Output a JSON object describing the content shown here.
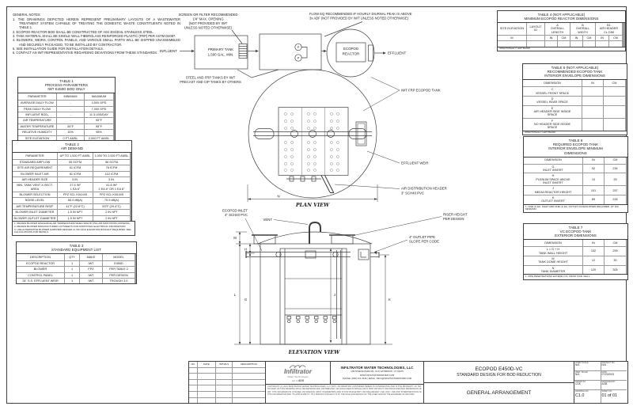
{
  "notes": {
    "title": "GENERAL NOTES",
    "items": [
      "1.  THE DRAWINGS DEPICTED HEREIN REPRESENT PRELIMINARY LAYOUTS OF A WASTEWATER TREATMENT SYSTEM CAPABLE OF TREATING THE DOMESTIC WASTE CONSTITUENTS NOTED IN TABLE 1.",
      "2.  ECOPOD REACTOR BOD SHALL BE CONSTRUCTED OF AISI 304/304L STAINLESS STEEL.",
      "3.  TANK MATERIAL SHALL BE SINGLE WALL FIBERGLASS REINFORCED PLASTIC (FRP) PER ASTM D4097.",
      "4.  BLOWERS, WEIRS, CONTROL PANELS, AND VARIOUS SMALL PARTS WILL BE SHIPPED UNASSEMBLED AND SECURELY PACKAGED, TO BE INSTALLED BY CONTRACTOR.",
      "5.  SEE INSTALLATION GUIDE FOR INSTALLATION DETAILS.",
      "6.  CONTACT AN IWT REPRESENTATIVE REGARDING DEVIATIONS FROM THESE STANDARDS."
    ]
  },
  "table1": {
    "title": "TABLE 1\nPROCESS PARAMETERS\nIWT E450D BOD ONLY",
    "headers": [
      "PARAMETER",
      "MINIMUM",
      "MAXIMUM"
    ],
    "rows": [
      [
        "AVERAGE DAILY FLOW",
        "-",
        "4,500 GPD"
      ],
      [
        "PEAK DAILY FLOW",
        "-",
        "7,000 GPD"
      ],
      [
        "INFLUENT BOD₅",
        "-",
        "11.3 LBS/DAY"
      ],
      [
        "AIR TEMPERATURE",
        "-",
        "95°F"
      ],
      [
        "WATER TEMPERATURE",
        "34°F",
        "95°F"
      ],
      [
        "RELATIVE HUMIDITY",
        "10%",
        "95%"
      ],
      [
        "SITE ELEVATION",
        "0 FT AMSL",
        "2,000 FT AMSL"
      ]
    ]
  },
  "table2": {
    "title": "TABLE 2\nAIR DEMAND",
    "headers": [
      "PARAMETER",
      "UP TO 1,000 FT AMSL",
      "1,000 TO 2,000 FT AMSL"
    ],
    "rows": [
      [
        "STANDARD AIRFLOW",
        "55 SCFM",
        "56 SCFM"
      ],
      [
        "SITE AIR REQUIREMENT",
        "61 ICFM",
        "76 ICFM"
      ],
      [
        "BLOWER INLET AIR",
        "81 ICFM",
        "110 ICFM"
      ],
      [
        "AIR HEADER SIZE",
        "3 IN.",
        "3 IN."
      ],
      [
        "MIN. TANK VENT X-SECT. AREA",
        "27.5 IN²\n1 EA 6\"",
        "41.6 IN²\n2 EA 6\" OR 1 EA 8\""
      ],
      [
        "BLOWER SELECTION",
        "FPZ SCL K04-MS",
        "FPZ SCL K05-MS"
      ],
      [
        "NOISE LEVEL",
        "65.9 dB(A)",
        "70.9 dB(A)"
      ],
      [
        "AIR TEMPERATURE RISE¹",
        "41°F (22.8°C)",
        "53°F (29.4°C)"
      ],
      [
        "BLOWER INLET DIAMETER",
        "1.5 IN NPT",
        "2 IN NPT"
      ],
      [
        "BLOWER OUTLET DIAMETER",
        "1.5 IN NPT",
        "2 IN NPT"
      ],
      [
        "MOTOR POWER RATING²",
        "2 HP",
        "2 HP"
      ],
      [
        "OPERATING POWER",
        "1.1 KW",
        "1.7 KW"
      ]
    ],
    "footnotes": [
      "1.  REVIEW BLOWER DISCHARGE AIR TEMPERATURE WHEN SPECIFYING AIR MAIN PIPING MATERIAL.",
      "2.  REVIEW BLOWER MANUFACTURER CUTSHEETS FOR ADDITIONAL ELECTRICAL INFORMATION.",
      "3.  USE ALTERNATIVE BLOWER GARDNER DENVER 2L OR HIGH ELEVATION RANGE IF REQUIRED. SEE CALCULATIONS FOR DETAILS."
    ]
  },
  "table3": {
    "title": "TABLE 3\nSTANDARD EQUIPMENT LIST",
    "headers": [
      "DESCRIPTION",
      "QTY",
      "MAKE",
      "MODEL"
    ],
    "rows": [
      [
        "ECOPOD REACTOR",
        "1",
        "IWT",
        "E450D"
      ],
      [
        "BLOWER",
        "1",
        "FPZ",
        "PER TABLE 2"
      ],
      [
        "CONTROL PANEL",
        "1",
        "IWT",
        "PER DESIGN"
      ],
      [
        "24\" S.S. EFFLUENT WEIR",
        "1",
        "IWT",
        "TROUGH 3.0"
      ]
    ]
  },
  "table4": {
    "title": "TABLE 4 (NOT APPLICABLE)\nMINIMUM ECOPOD REACTOR DIMENSIONS",
    "col_site": "SITE ELEVATION",
    "col_layout": "LAYOUT\nID",
    "col_a": "A\nOVERALL\nLENGTH",
    "col_b": "B\nOVERALL\nWIDTH",
    "col_b1": "B1\nAIR HEADER\nCL DIM",
    "unit_site": "M",
    "unit_layout": "",
    "unit_in": "IN",
    "unit_cm": "CM",
    "rows": [
      [
        "",
        "",
        "",
        "",
        "",
        "",
        "",
        ""
      ]
    ],
    "blank_note": "INTENTIONALLY LEFT BLANK"
  },
  "table5": {
    "title": "TABLE 5 (NOT APPLICABLE)\nRECOMMENDED ECOPOD TANK\nINTERIOR ENVELOPE DIMENSIONS",
    "headers": [
      "DIMENSION",
      "IN",
      "CM"
    ],
    "rows": [
      [
        "C\nVESSEL FRONT SPACE",
        "",
        ""
      ],
      [
        "D\nVESSEL REAR SPACE",
        "",
        ""
      ],
      [
        "E\nAIR HEADER SIDE INSIDE\nSPACE",
        "",
        ""
      ],
      [
        "F\nNO HEADER SIDE INSIDE\nSPACE",
        "",
        ""
      ]
    ],
    "blank_note": "INTENTIONALLY LEFT BLANK"
  },
  "table6": {
    "title": "TABLE 6\nREQUIRED ECOPOD TANK\nINTERIOR ENVELOPE MINIMUM\nDIMENSIONS",
    "headers": [
      "DIMENSION",
      "IN",
      "CM"
    ],
    "rows": [
      [
        "G\nINLET INVERT",
        "92",
        "234"
      ],
      [
        "H\nPLENUM SPACE ABOVE\nINLET INVERT",
        "10",
        "25"
      ],
      [
        "J\nMEDIA REACTOR HEIGHT",
        "101",
        "257"
      ],
      [
        "K\nOUTLET INVERT",
        "89",
        "226"
      ]
    ],
    "footnote": "1.  ONE (1) EA. INLET AND ONE (1) EA. OUTLET ACCESS RISER REQUIRED, 24\" DIA MINIMUM"
  },
  "table7": {
    "title": "TABLE 7\nVC ECOPOD TANK\nEXTERIOR DIMENSIONS",
    "headers": [
      "DIMENSION",
      "IN",
      "CM"
    ],
    "rows": [
      [
        "L = G + H\nTANK WALL HEIGHT",
        "102",
        "259"
      ],
      [
        "M\nTANK DOME HEIGHT",
        "12",
        "30"
      ],
      [
        "N\nTANK DIAMETER",
        "120",
        "305"
      ]
    ],
    "footnote": "1.  PIPE PENETRATIONS EXTEND 2 IN. FROM TANK WALL"
  },
  "schematic": {
    "screen_note": [
      "SCREEN OR FILTER RECOMMENDED",
      "1/4\" MAX. OPENING",
      "(NOT PROVIDED BY IWT",
      "UNLESS NOTED OTHERWISE)"
    ],
    "floweq_note": [
      "FLOW EQ RECOMMENDED IF HOURLY DIURNAL PEAK IS ABOVE",
      "3x ADF (NOT PROVIDED BY IWT UNLESS NOTED OTHERWISE)"
    ],
    "influent": "INFLUENT",
    "primary_tank": [
      "PRIMARY TANK",
      "1,500 GAL. MIN."
    ],
    "pump": "P",
    "reactor": [
      "ECOPOD",
      "REACTOR"
    ],
    "effluent": "EFFLUENT",
    "tanks_note": [
      "STEEL AND FRP TANKS BY IWT",
      "PRECAST AND CIP TANKS BY OTHERS"
    ]
  },
  "plan": {
    "tank_label": "IWT FRP ECOPOD TANK",
    "weir_label": "EFFLUENT WEIR",
    "air_header": [
      "AIR DISTRIBUTION HEADER",
      "3\" SCH40 PVC"
    ],
    "dim_n": "N",
    "caption": "PLAN VIEW"
  },
  "elevation": {
    "inlet": [
      "ECOPOD INLET",
      "4\" SCH40 PVC"
    ],
    "vent": "VENT",
    "riser": [
      "RISER HEIGHT",
      "PER DESIGN"
    ],
    "outlet": [
      "4\" OUTLET PIPE",
      "SLOPE PER CODE"
    ],
    "dims": {
      "m": "M",
      "h": "H",
      "l": "L",
      "g": "G",
      "j": "J",
      "k": "K"
    },
    "caption": "ELEVATION VIEW"
  },
  "titleblock": {
    "rev_headers": [
      "NO.",
      "DATE",
      "INITIALS",
      "DESCRIPTION"
    ],
    "rev_rows": [
      [
        "",
        "",
        "",
        ""
      ],
      [
        "",
        "",
        "",
        ""
      ],
      [
        "",
        "",
        "",
        ""
      ],
      [
        "",
        "",
        "",
        ""
      ],
      [
        "",
        "",
        "",
        ""
      ],
      [
        "",
        "",
        "",
        ""
      ],
      [
        "",
        "",
        "",
        ""
      ]
    ],
    "logo": {
      "name": "Infiltrator",
      "sub": "Water Technologies",
      "part": "part of",
      "ads": "ADS"
    },
    "company": [
      "INFILTRATOR WATER TECHNOLOGIES, LLC",
      "4 BUSINESS PARK RD, OLD SAYBROOK, CT 06475",
      "WWW.INFILTRATORWATER.COM",
      "PHONE: (800) 221-4436 | EMAIL: INFO@INFILTRATORWATER.COM"
    ],
    "copyright": "COPYRIGHT (C) 2021 INFILTRATOR WATER TECHNOLOGIES, LLC (IWT). INFORMATION CONTAINED HEREIN IS CONFIDENTIAL AND IS THE PROPERTY OF IWT. NO PART OF THIS DRAWING SHALL BE REPRODUCED, DISTRIBUTED, OR DISCLOSED IN WHOLE OR IN PART WITHOUT THE PRIOR WRITTEN PERMISSION OF IWT. THIS INFORMATION IS BASED ON SPECIFIC INPUT PARAMETERS AND IS FOR BUDGETARY OR PRELIMINARY USE ONLY. USE AND INTERPRETATION OF THIS INFORMATION AND ITS APPLICABILITY TO A SPECIFIC PROJECT IS AT THE SOLE DISCRETION OF THE USER AND/OR THE ENGINEER OF RECORD.",
    "title_line1": "ECOPOD E450D-VC",
    "title_line2": "STANDARD DESIGN FOR BOD REDUCTION",
    "title_line3": "GENERAL ARRANGEMENT",
    "fields": [
      {
        "label": "HORIZ SCALE",
        "value": "N/A"
      },
      {
        "label": "PROJECT NO.",
        "value": "N/A"
      },
      {
        "label": "VERT. SCALE",
        "value": "N/A"
      },
      {
        "label": "DATE",
        "value": "07/20/2021"
      },
      {
        "label": "DRAWN BY",
        "value": "CGK"
      },
      {
        "label": "DESIGNED BY",
        "value": "AOB"
      },
      {
        "label": "DRAWING NO.",
        "value": "C1.0"
      },
      {
        "label": "SHEET NO.",
        "value": "01 of 01"
      }
    ]
  }
}
